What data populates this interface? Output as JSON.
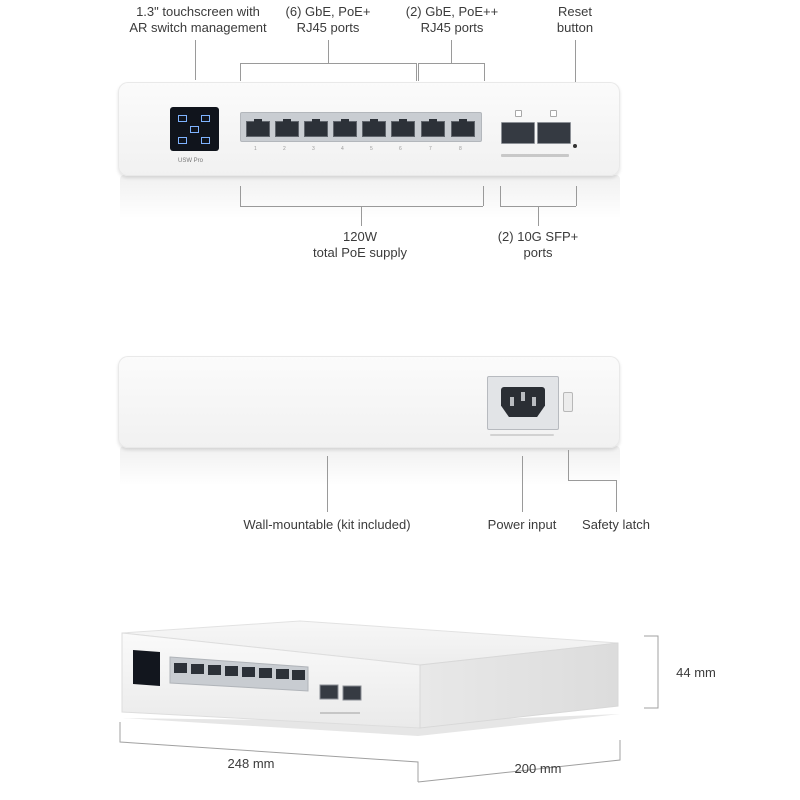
{
  "top_view": {
    "callouts": {
      "touchscreen": [
        "1.3\" touchscreen with",
        "AR switch management"
      ],
      "poe_plus": [
        "(6) GbE, PoE+",
        "RJ45 ports"
      ],
      "poe_plusplus": [
        "(2) GbE, PoE++",
        "RJ45 ports"
      ],
      "reset": [
        "Reset",
        "button"
      ],
      "poe_supply": [
        "120W",
        "total PoE supply"
      ],
      "sfp": [
        "(2) 10G SFP+",
        "ports"
      ]
    },
    "device_label": "USW Pro",
    "port_labels": [
      "1",
      "2",
      "3",
      "4",
      "5",
      "6",
      "7",
      "8"
    ]
  },
  "rear_view": {
    "callouts": {
      "wall_mount": "Wall-mountable (kit included)",
      "power_input": "Power input",
      "safety_latch": "Safety latch"
    }
  },
  "iso_view": {
    "dimensions": {
      "width": "248 mm",
      "depth": "200 mm",
      "height": "44 mm"
    }
  },
  "colors": {
    "body": "#f4f4f4",
    "port": "#2c3138",
    "screen": "#10141c",
    "line": "#9a9a9a"
  }
}
